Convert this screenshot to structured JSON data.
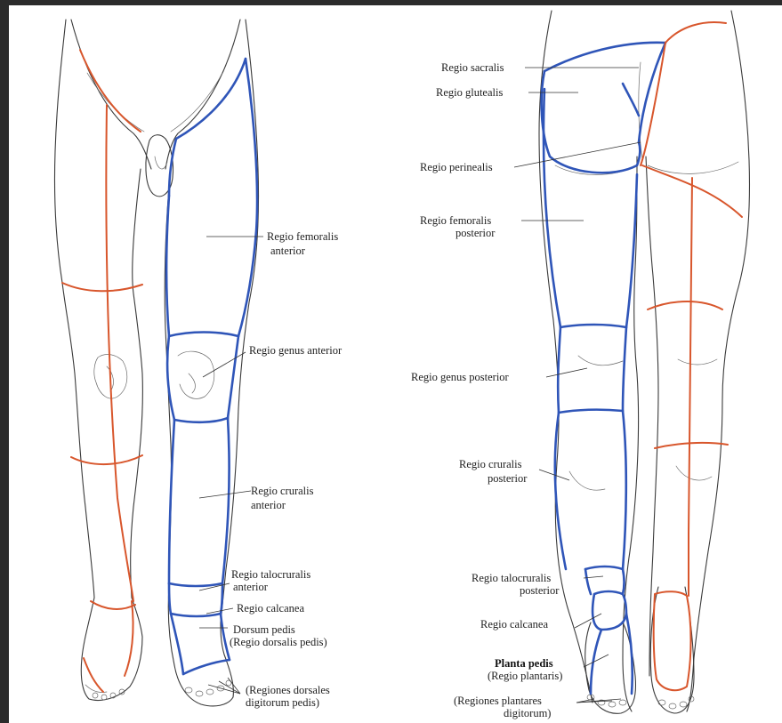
{
  "diagram": {
    "anterior_labels": {
      "femoralis_anterior": [
        "Regio femoralis",
        "anterior"
      ],
      "genus_anterior": "Regio genus anterior",
      "cruralis_anterior": [
        "Regio cruralis",
        "anterior"
      ],
      "talocruralis_anterior": [
        "Regio talocruralis",
        "anterior"
      ],
      "calcanea": "Regio calcanea",
      "dorsum_pedis": [
        "Dorsum pedis",
        "(Regio dorsalis pedis)"
      ],
      "digitorum_dorsales": [
        "(Regiones dorsales",
        "digitorum pedis)"
      ]
    },
    "posterior_labels": {
      "sacralis": "Regio sacralis",
      "glutealis": "Regio glutealis",
      "perinealis": "Regio perinealis",
      "femoralis_posterior": [
        "Regio femoralis",
        "posterior"
      ],
      "genus_posterior": "Regio genus posterior",
      "cruralis_posterior": [
        "Regio cruralis",
        "posterior"
      ],
      "talocruralis_posterior": [
        "Regio talocruralis",
        "posterior"
      ],
      "calcanea": "Regio calcanea",
      "planta_pedis": [
        "Planta pedis",
        "(Regio plantaris)"
      ],
      "digitorum_plantares": [
        "(Regiones plantares",
        "digitorum)"
      ]
    },
    "colors": {
      "region_blue": "#2f55b8",
      "region_red": "#d8562c",
      "outline": "#3a3a3a"
    }
  }
}
